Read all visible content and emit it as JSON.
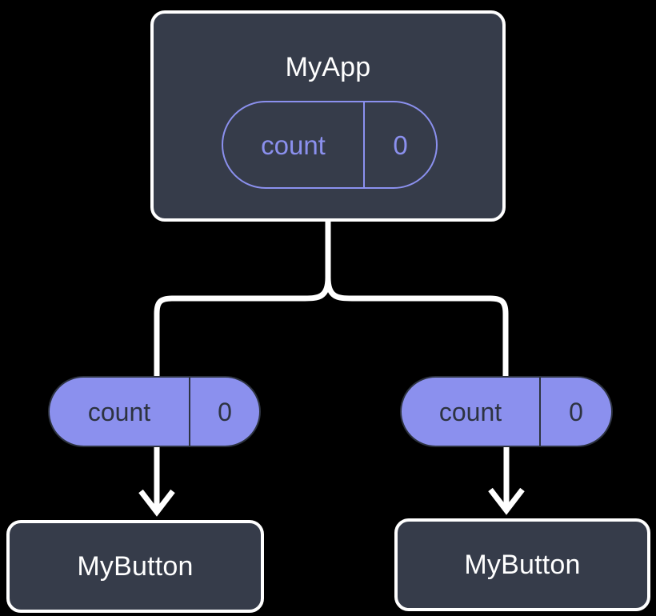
{
  "diagram": {
    "type": "component-state-tree",
    "background_color": "#000000",
    "colors": {
      "box_fill": "#363c4a",
      "box_border": "#ffffff",
      "pill_fill": "#8b90ee",
      "pill_outline_accent": "#8b90ee",
      "pill_text_dark": "#2d3340",
      "connector": "#ffffff",
      "title_text": "#ffffff"
    },
    "root": {
      "title": "MyApp",
      "state_pill": {
        "key": "count",
        "value": "0",
        "style": "outlined"
      }
    },
    "branches": [
      {
        "side": "left",
        "prop_pill": {
          "key": "count",
          "value": "0",
          "style": "filled"
        },
        "child": {
          "title": "MyButton"
        }
      },
      {
        "side": "right",
        "prop_pill": {
          "key": "count",
          "value": "0",
          "style": "filled"
        },
        "child": {
          "title": "MyButton"
        }
      }
    ],
    "connectors": {
      "root_split_label": "fork",
      "arrow_heads": 2
    }
  }
}
